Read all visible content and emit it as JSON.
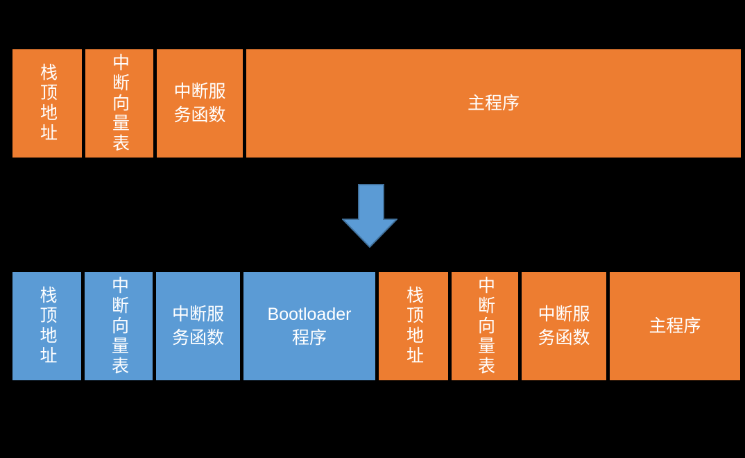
{
  "colors": {
    "orange": "#ED7D31",
    "blue": "#5B9BD5",
    "arrow_fill": "#5B9BD5",
    "arrow_border": "#41719C",
    "background": "#000000",
    "text": "#FFFFFF"
  },
  "top_row": {
    "name": "memory-layout-before-bootloader",
    "blocks": [
      {
        "label": "栈顶地址",
        "color": "orange",
        "text_direction": "vertical"
      },
      {
        "label": "中断向量表",
        "color": "orange",
        "text_direction": "vertical"
      },
      {
        "label": "中断服\n务函数",
        "color": "orange",
        "text_direction": "horizontal"
      },
      {
        "label": "主程序",
        "color": "orange",
        "text_direction": "horizontal"
      }
    ]
  },
  "arrow": {
    "direction": "down",
    "style": "block-arrow"
  },
  "bottom_row": {
    "name": "memory-layout-after-bootloader",
    "blocks": [
      {
        "label": "栈顶地址",
        "color": "blue",
        "text_direction": "vertical"
      },
      {
        "label": "中断向量表",
        "color": "blue",
        "text_direction": "vertical"
      },
      {
        "label": "中断服\n务函数",
        "color": "blue",
        "text_direction": "horizontal"
      },
      {
        "label": "Bootloader\n程序",
        "color": "blue",
        "text_direction": "horizontal"
      },
      {
        "label": "栈顶地址",
        "color": "orange",
        "text_direction": "vertical"
      },
      {
        "label": "中断向量表",
        "color": "orange",
        "text_direction": "vertical"
      },
      {
        "label": "中断服\n务函数",
        "color": "orange",
        "text_direction": "horizontal"
      },
      {
        "label": "主程序",
        "color": "orange",
        "text_direction": "horizontal"
      }
    ]
  }
}
